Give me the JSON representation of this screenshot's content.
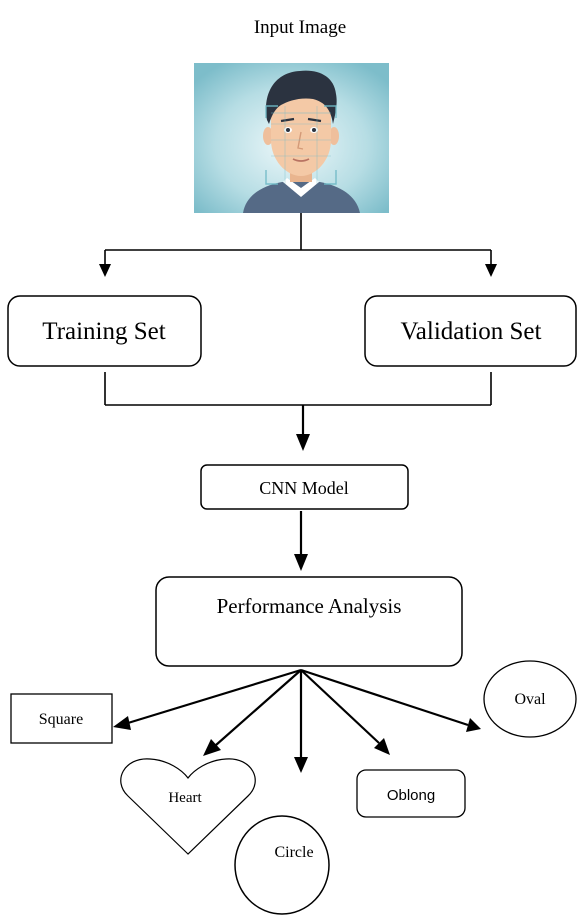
{
  "title": "Input Image",
  "nodes": {
    "training_set": "Training Set",
    "validation_set": "Validation Set",
    "cnn_model": "CNN Model",
    "performance_analysis": "Performance Analysis",
    "square": "Square",
    "heart": "Heart",
    "circle": "Circle",
    "oblong": "Oblong",
    "oval": "Oval"
  },
  "colors": {
    "image_bg_center": "#e6f4f6",
    "image_bg_edge": "#7fc0cc",
    "skin": "#f4c9a6",
    "hair": "#2b3340",
    "sweater": "#556a86",
    "scan_lines": "#6fb9c6"
  }
}
